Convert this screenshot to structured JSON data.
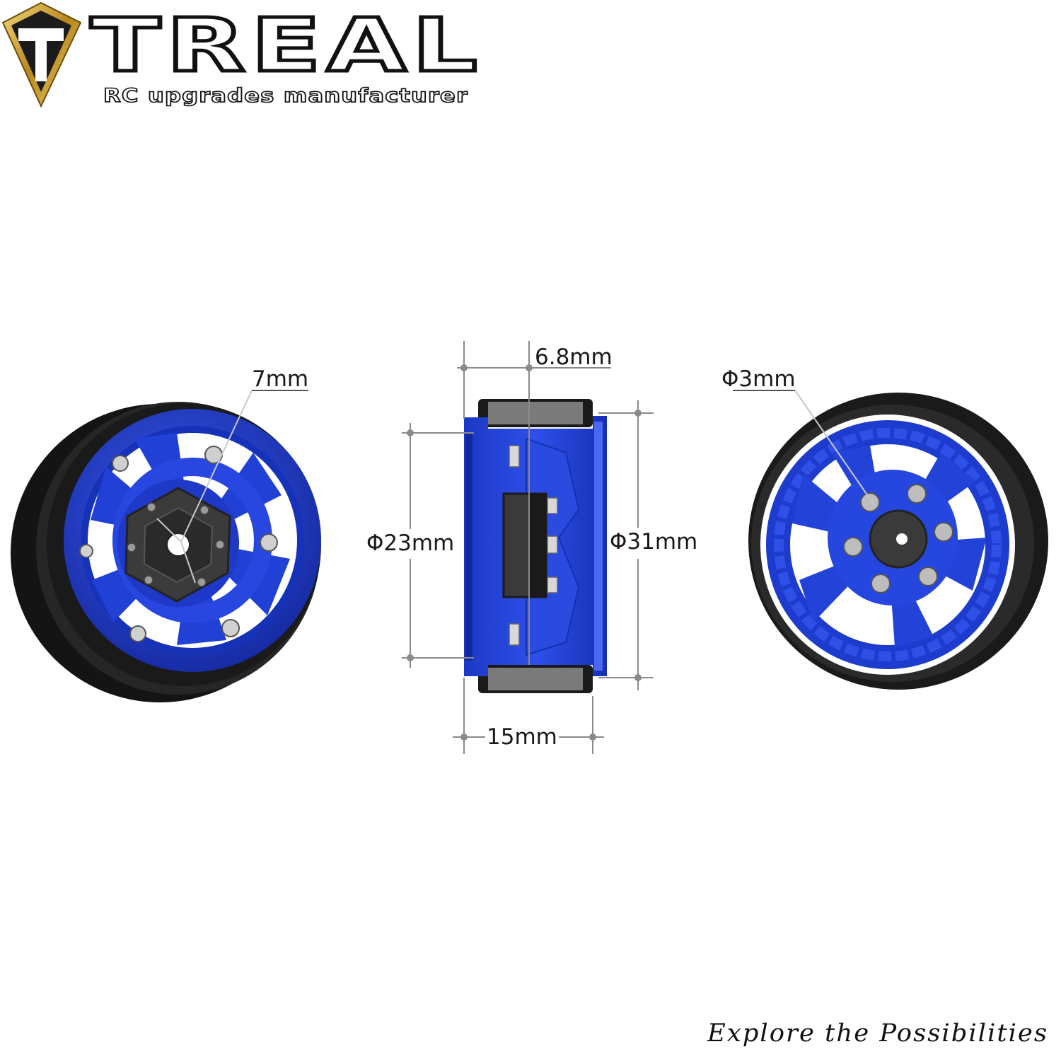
{
  "brand": {
    "logo_letter": "T",
    "name": "TREAL",
    "tagline": "RC upgrades manufacturer"
  },
  "dimensions": {
    "hex": "7mm",
    "offset": "6.8mm",
    "inner_diameter": "Φ23mm",
    "outer_diameter": "Φ31mm",
    "width": "15mm",
    "center_hole": "Φ3mm"
  },
  "slogan": "Explore the Possibilities",
  "colors": {
    "rim_blue": "#1f3fd1",
    "rim_dark_blue": "#10239a",
    "tire": "#1c1c1c",
    "hub": "#3a3a3a",
    "gold": "#c9a227",
    "dimension_line": "#8a8a8a"
  }
}
